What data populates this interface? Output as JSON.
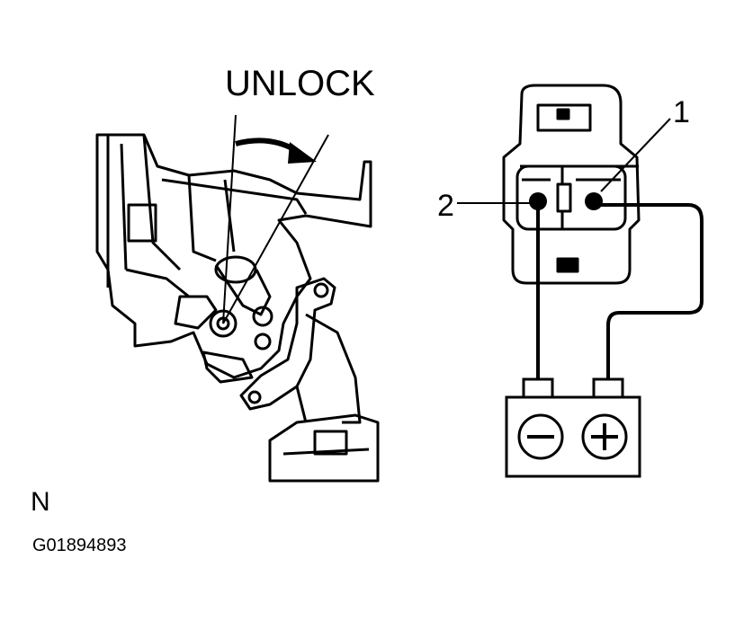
{
  "diagram": {
    "action_label": "UNLOCK",
    "terminal_1": "1",
    "terminal_2": "2"
  },
  "battery": {
    "negative_symbol": "−",
    "positive_symbol": "+"
  },
  "footer": {
    "letter": "N",
    "figure_id": "G01894893"
  },
  "colors": {
    "line": "#000000",
    "background": "#ffffff"
  }
}
